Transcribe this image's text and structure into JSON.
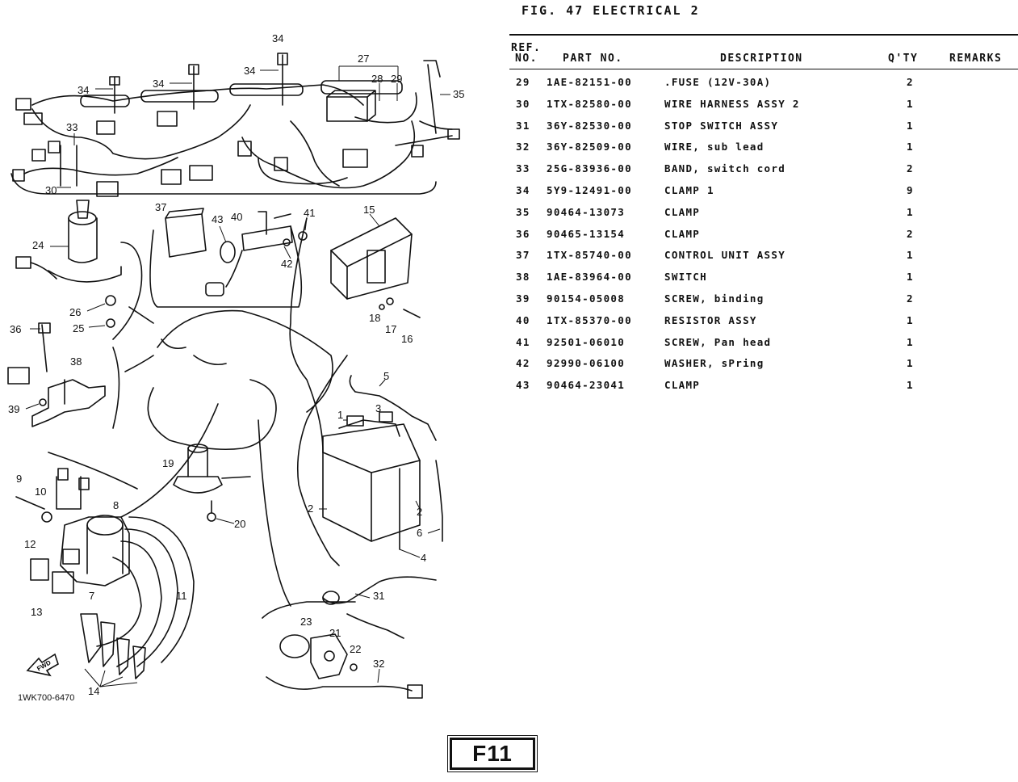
{
  "header": {
    "fig_title": "FIG. 47  ELECTRICAL 2"
  },
  "table": {
    "columns": {
      "ref_line1": "REF.",
      "ref_line2": "NO.",
      "part_no": "PART NO.",
      "description": "DESCRIPTION",
      "qty": "Q'TY",
      "remarks": "REMARKS"
    },
    "rows": [
      {
        "ref": "29",
        "part_no": "1AE-82151-00",
        "description": ".FUSE (12V-30A)",
        "qty": "2",
        "remarks": ""
      },
      {
        "ref": "30",
        "part_no": "1TX-82580-00",
        "description": "WIRE HARNESS ASSY 2",
        "qty": "1",
        "remarks": ""
      },
      {
        "ref": "31",
        "part_no": "36Y-82530-00",
        "description": "STOP SWITCH ASSY",
        "qty": "1",
        "remarks": ""
      },
      {
        "ref": "32",
        "part_no": "36Y-82509-00",
        "description": "WIRE, sub lead",
        "qty": "1",
        "remarks": ""
      },
      {
        "ref": "33",
        "part_no": "25G-83936-00",
        "description": "BAND, switch cord",
        "qty": "2",
        "remarks": ""
      },
      {
        "ref": "34",
        "part_no": "5Y9-12491-00",
        "description": "CLAMP 1",
        "qty": "9",
        "remarks": ""
      },
      {
        "ref": "35",
        "part_no": "90464-13073",
        "description": "CLAMP",
        "qty": "1",
        "remarks": ""
      },
      {
        "ref": "36",
        "part_no": "90465-13154",
        "description": "CLAMP",
        "qty": "2",
        "remarks": ""
      },
      {
        "ref": "37",
        "part_no": "1TX-85740-00",
        "description": "CONTROL UNIT ASSY",
        "qty": "1",
        "remarks": ""
      },
      {
        "ref": "38",
        "part_no": "1AE-83964-00",
        "description": "SWITCH",
        "qty": "1",
        "remarks": ""
      },
      {
        "ref": "39",
        "part_no": "90154-05008",
        "description": "SCREW, binding",
        "qty": "2",
        "remarks": ""
      },
      {
        "ref": "40",
        "part_no": "1TX-85370-00",
        "description": "RESISTOR ASSY",
        "qty": "1",
        "remarks": ""
      },
      {
        "ref": "41",
        "part_no": "92501-06010",
        "description": "SCREW, Pan head",
        "qty": "1",
        "remarks": ""
      },
      {
        "ref": "42",
        "part_no": "92990-06100",
        "description": "WASHER, sPring",
        "qty": "1",
        "remarks": ""
      },
      {
        "ref": "43",
        "part_no": "90464-23041",
        "description": "CLAMP",
        "qty": "1",
        "remarks": ""
      }
    ]
  },
  "diagram": {
    "callouts": [
      "34",
      "34",
      "34",
      "34",
      "27",
      "28",
      "29",
      "35",
      "33",
      "30",
      "37",
      "43",
      "40",
      "41",
      "42",
      "15",
      "24",
      "26",
      "25",
      "18",
      "17",
      "16",
      "36",
      "38",
      "39",
      "5",
      "1",
      "3",
      "19",
      "2",
      "2",
      "6",
      "4",
      "9",
      "10",
      "8",
      "12",
      "20",
      "13",
      "7",
      "11",
      "31",
      "23",
      "21",
      "22",
      "32",
      "14"
    ],
    "fwd_label": "FWD",
    "doc_id": "1WK700-6470"
  },
  "footer": {
    "page_label": "F11"
  }
}
